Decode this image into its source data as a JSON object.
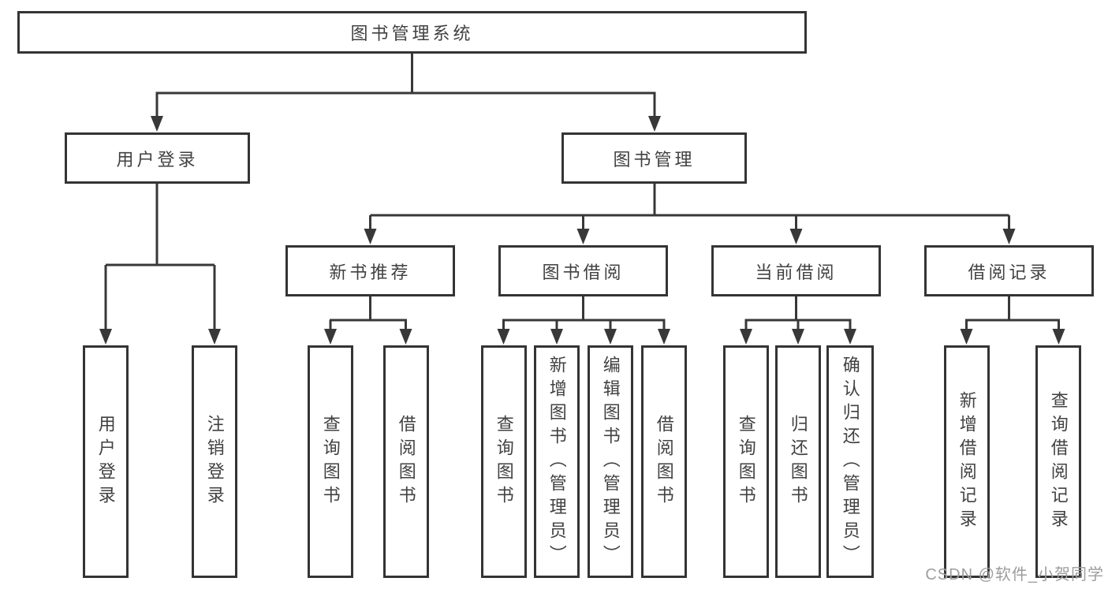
{
  "page": {
    "background": "#ffffff"
  },
  "colors": {
    "line": "#383838",
    "box_border": "#343434",
    "text": "#414141",
    "watermark": "#9d9da1"
  },
  "diagram": {
    "root": {
      "label": "图书管理系统"
    },
    "branches": [
      {
        "label": "用户登录",
        "children": [
          {
            "label": "用户登录"
          },
          {
            "label": "注销登录"
          }
        ]
      },
      {
        "label": "图书管理",
        "sections": [
          {
            "label": "新书推荐",
            "children": [
              {
                "label": "查询图书"
              },
              {
                "label": "借阅图书"
              }
            ]
          },
          {
            "label": "图书借阅",
            "children": [
              {
                "label": "查询图书"
              },
              {
                "label": "新增图书（管理员）"
              },
              {
                "label": "编辑图书（管理员）"
              },
              {
                "label": "借阅图书"
              }
            ]
          },
          {
            "label": "当前借阅",
            "children": [
              {
                "label": "查询图书"
              },
              {
                "label": "归还图书"
              },
              {
                "label": "确认归还（管理员）"
              }
            ]
          },
          {
            "label": "借阅记录",
            "children": [
              {
                "label": "新增借阅记录"
              },
              {
                "label": "查询借阅记录"
              }
            ]
          }
        ]
      }
    ]
  },
  "watermark": {
    "text": "CSDN @软件_小贺同学"
  }
}
